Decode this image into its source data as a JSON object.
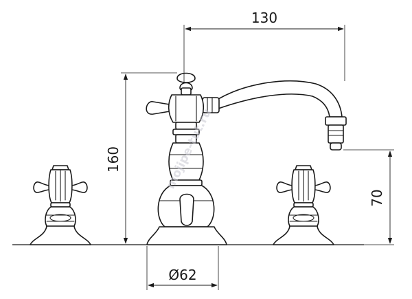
{
  "dimensions": {
    "spout_reach": "130",
    "total_height": "160",
    "outlet_height": "70",
    "base_diameter": "Ø62"
  },
  "watermark": "mojipe-tut.ru"
}
